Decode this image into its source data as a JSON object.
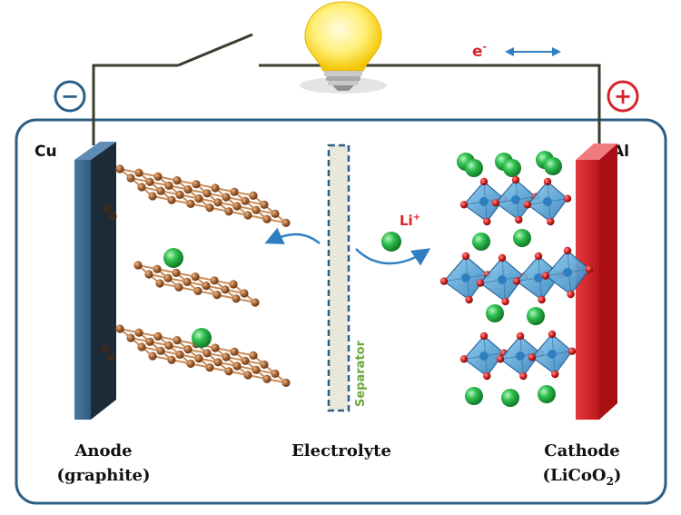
{
  "labels": {
    "cu": "Cu",
    "al": "Al",
    "minus": "−",
    "plus": "+",
    "electron": "e",
    "electron_sup": "-",
    "li_ion": "Li",
    "li_ion_sup": "+",
    "separator": "Separator",
    "anode_line1": "Anode",
    "anode_line2": "(graphite)",
    "electrolyte": "Electrolyte",
    "cathode_line1": "Cathode",
    "cathode_line2_pre": "(LiCoO",
    "cathode_line2_sub": "2",
    "cathode_line2_post": ")"
  },
  "colors": {
    "wire": "#3b3b2e",
    "casing": "#2c5f86",
    "anode_plate": "#3d6b93",
    "cathode_plate": "#e0262b",
    "graphite_atom": "#9a5a2e",
    "graphite_bond": "#c98b57",
    "lithium": "#2db84b",
    "cobalt_oxide": "#4a9fd6",
    "oxygen": "#cc1f1f",
    "separator_fill": "#ecebdf",
    "separator_border": "#2c5f86",
    "electron_label": "#d8232a",
    "arrow_blue": "#2f7fc0",
    "minus_symbol": "#2c5f86",
    "plus_symbol": "#d8232a",
    "separator_text": "#6aa83a"
  },
  "icons": {
    "bulb": "light-bulb-icon",
    "switch": "open-switch-icon",
    "electron_flow": "double-arrow-icon"
  }
}
